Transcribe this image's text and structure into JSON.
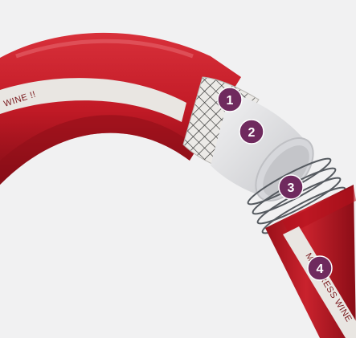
{
  "image": {
    "subject": "red hose",
    "background_color": "#f1f1f2"
  },
  "colors": {
    "hose_red": "#c21a26",
    "hose_red_dark": "#8e0f18",
    "stripe": "#e9e6e2",
    "inner_tube": "#dcdde0",
    "braid_line": "#2a2a2a",
    "spring": "#555a60",
    "badge": "#6f2a5e"
  },
  "print": {
    "upper_text": "WINE !!",
    "lower_text": "MULPRESS WINE"
  },
  "callouts": [
    {
      "label": "1"
    },
    {
      "label": "2"
    },
    {
      "label": "3"
    },
    {
      "label": "4"
    }
  ]
}
